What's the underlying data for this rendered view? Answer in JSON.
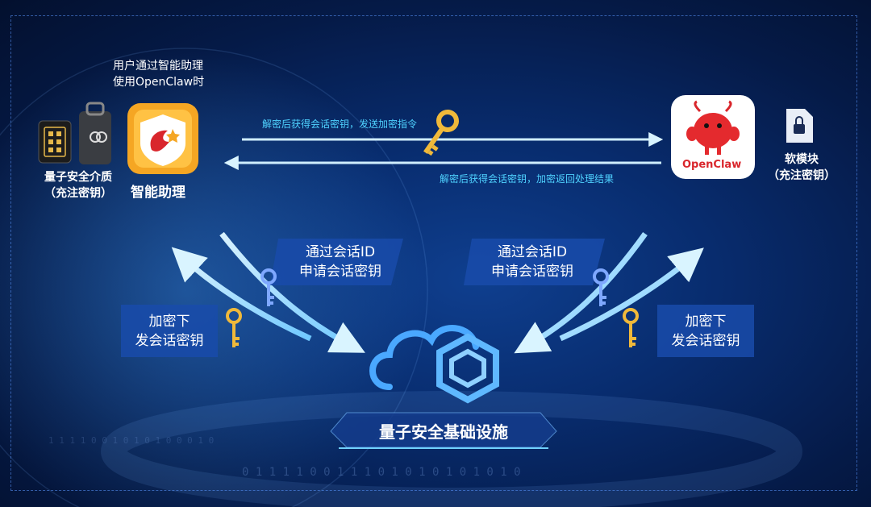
{
  "user_note": [
    "用户通过智能助理",
    "使用OpenClaw时"
  ],
  "quantum_medium": {
    "label": "量子安全介质",
    "sub": "（充注密钥）"
  },
  "assistant": {
    "label": "智能助理"
  },
  "openclaw": {
    "logo_text": "OpenClaw"
  },
  "soft_module": {
    "label": "软模块",
    "sub": "（充注密钥）"
  },
  "flow_top": "解密后获得会话密钥，发送加密指令",
  "flow_bottom": "解密后获得会话密钥，加密返回处理结果",
  "left_request": [
    "通过会话ID",
    "申请会话密钥"
  ],
  "right_request": [
    "通过会话ID",
    "申请会话密钥"
  ],
  "left_deliver": [
    "加密下",
    "发会话密钥"
  ],
  "right_deliver": [
    "加密下",
    "发会话密钥"
  ],
  "infra": "量子安全基础设施",
  "colors": {
    "accent": "#4fd2ff",
    "gold": "#f0b93a",
    "brand_red": "#d9262c",
    "bg": "#051a47"
  }
}
